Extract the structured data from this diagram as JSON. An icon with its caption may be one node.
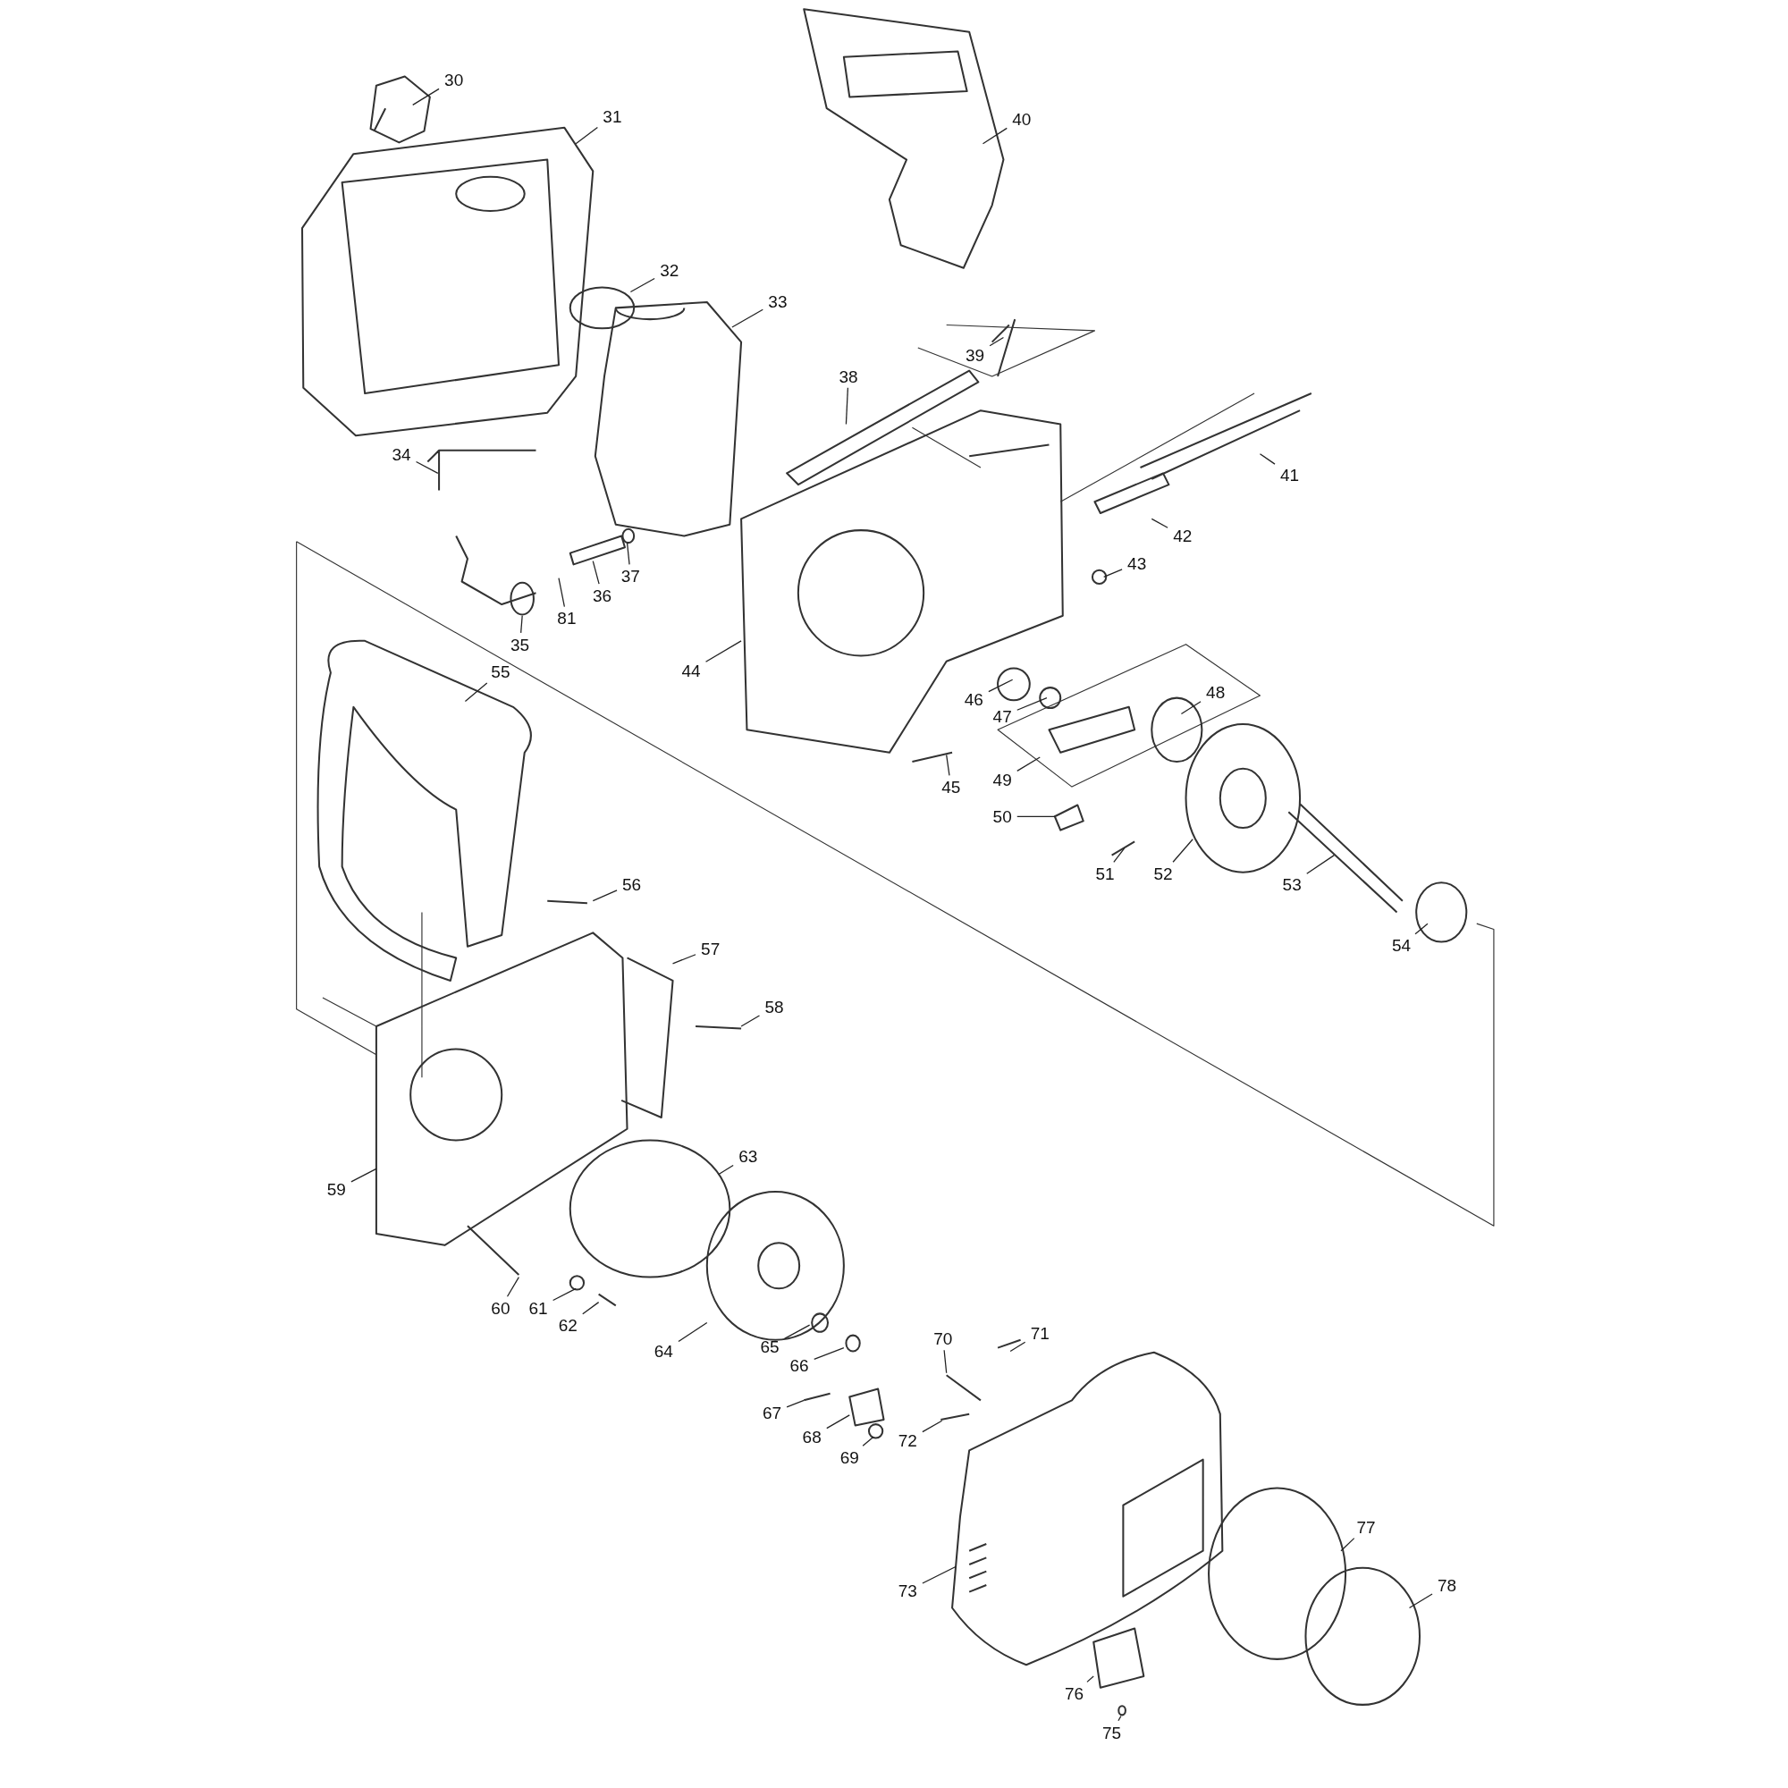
{
  "diagram": {
    "nodes": [
      {
        "text": [
          "30"
        ]
      },
      {
        "text": [
          "31"
        ]
      },
      {
        "text": [
          "32"
        ]
      },
      {
        "text": [
          "33"
        ]
      },
      {
        "text": [
          "34"
        ]
      },
      {
        "text": [
          "35"
        ]
      },
      {
        "text": [
          "36"
        ]
      },
      {
        "text": [
          "37"
        ]
      },
      {
        "text": [
          "38"
        ]
      },
      {
        "text": [
          "39"
        ]
      },
      {
        "text": [
          "40"
        ]
      },
      {
        "text": [
          "41"
        ]
      },
      {
        "text": [
          "42"
        ]
      },
      {
        "text": [
          "43"
        ]
      },
      {
        "text": [
          "44"
        ]
      },
      {
        "text": [
          "45"
        ]
      },
      {
        "text": [
          "46"
        ]
      },
      {
        "text": [
          "47"
        ]
      },
      {
        "text": [
          "48"
        ]
      },
      {
        "text": [
          "49"
        ]
      },
      {
        "text": [
          "50"
        ]
      },
      {
        "text": [
          "51"
        ]
      },
      {
        "text": [
          "52"
        ]
      },
      {
        "text": [
          "53"
        ]
      },
      {
        "text": [
          "54"
        ]
      },
      {
        "text": [
          "55"
        ]
      },
      {
        "text": [
          "56"
        ]
      },
      {
        "text": [
          "57"
        ]
      },
      {
        "text": [
          "58"
        ]
      },
      {
        "text": [
          "59"
        ]
      },
      {
        "text": [
          "60"
        ]
      },
      {
        "text": [
          "61"
        ]
      },
      {
        "text": [
          "62"
        ]
      },
      {
        "text": [
          "63"
        ]
      },
      {
        "text": [
          "64"
        ]
      },
      {
        "text": [
          "65"
        ]
      },
      {
        "text": [
          "66"
        ]
      },
      {
        "text": [
          "67"
        ]
      },
      {
        "text": [
          "68"
        ]
      },
      {
        "text": [
          "69"
        ]
      },
      {
        "text": [
          "70"
        ]
      },
      {
        "text": [
          "71"
        ]
      },
      {
        "text": [
          "72"
        ]
      },
      {
        "text": [
          "73"
        ]
      },
      {
        "text": [
          "75"
        ]
      },
      {
        "text": [
          "76"
        ]
      },
      {
        "text": [
          "77"
        ]
      },
      {
        "text": [
          "78"
        ]
      },
      {
        "text": [
          "81"
        ]
      }
    ],
    "edges": [
      {
        "from": 0,
        "to": null,
        "arrow": "none"
      },
      {
        "from": 1,
        "to": null,
        "arrow": "none"
      },
      {
        "from": 2,
        "to": null,
        "arrow": "none"
      },
      {
        "from": 3,
        "to": null,
        "arrow": "none"
      },
      {
        "from": 4,
        "to": null,
        "arrow": "none"
      },
      {
        "from": 5,
        "to": null,
        "arrow": "none"
      },
      {
        "from": 6,
        "to": null,
        "arrow": "none"
      },
      {
        "from": 7,
        "to": null,
        "arrow": "none"
      },
      {
        "from": 8,
        "to": null,
        "arrow": "none"
      },
      {
        "from": 9,
        "to": null,
        "arrow": "none"
      },
      {
        "from": 10,
        "to": null,
        "arrow": "none"
      },
      {
        "from": 11,
        "to": null,
        "arrow": "none"
      },
      {
        "from": 12,
        "to": null,
        "arrow": "none"
      },
      {
        "from": 13,
        "to": null,
        "arrow": "none"
      },
      {
        "from": 14,
        "to": null,
        "arrow": "none"
      },
      {
        "from": 15,
        "to": null,
        "arrow": "none"
      },
      {
        "from": 16,
        "to": null,
        "arrow": "none"
      },
      {
        "from": 17,
        "to": null,
        "arrow": "none"
      },
      {
        "from": 18,
        "to": null,
        "arrow": "none"
      },
      {
        "from": 19,
        "to": null,
        "arrow": "none"
      },
      {
        "from": 20,
        "to": null,
        "arrow": "none"
      },
      {
        "from": 21,
        "to": null,
        "arrow": "none"
      },
      {
        "from": 22,
        "to": null,
        "arrow": "none"
      },
      {
        "from": 23,
        "to": null,
        "arrow": "none"
      },
      {
        "from": 24,
        "to": null,
        "arrow": "none"
      },
      {
        "from": 25,
        "to": null,
        "arrow": "none"
      },
      {
        "from": 26,
        "to": null,
        "arrow": "none"
      },
      {
        "from": 27,
        "to": null,
        "arrow": "none"
      },
      {
        "from": 28,
        "to": null,
        "arrow": "none"
      },
      {
        "from": 29,
        "to": null,
        "arrow": "none"
      },
      {
        "from": 30,
        "to": null,
        "arrow": "none"
      },
      {
        "from": 31,
        "to": null,
        "arrow": "none"
      },
      {
        "from": 32,
        "to": null,
        "arrow": "none"
      },
      {
        "from": 33,
        "to": null,
        "arrow": "none"
      },
      {
        "from": 34,
        "to": null,
        "arrow": "none"
      },
      {
        "from": 35,
        "to": null,
        "arrow": "none"
      },
      {
        "from": 36,
        "to": null,
        "arrow": "none"
      },
      {
        "from": 37,
        "to": null,
        "arrow": "none"
      },
      {
        "from": 38,
        "to": null,
        "arrow": "none"
      },
      {
        "from": 39,
        "to": null,
        "arrow": "none"
      },
      {
        "from": 40,
        "to": null,
        "arrow": "none"
      },
      {
        "from": 41,
        "to": null,
        "arrow": "none"
      },
      {
        "from": 42,
        "to": null,
        "arrow": "none"
      },
      {
        "from": 43,
        "to": null,
        "arrow": "none"
      },
      {
        "from": 44,
        "to": null,
        "arrow": "none"
      },
      {
        "from": 45,
        "to": null,
        "arrow": "none"
      },
      {
        "from": 46,
        "to": null,
        "arrow": "none"
      },
      {
        "from": 47,
        "to": null,
        "arrow": "none"
      },
      {
        "from": 48,
        "to": null,
        "arrow": "none"
      }
    ]
  }
}
